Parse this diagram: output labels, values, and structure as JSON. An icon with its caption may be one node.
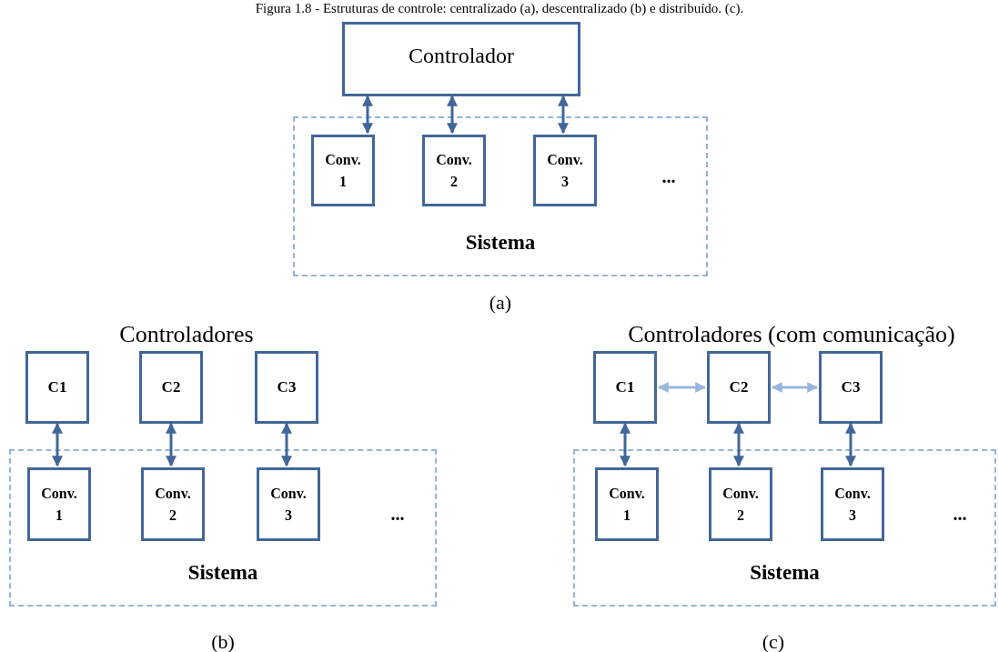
{
  "diagram": {
    "title": "Figura 1.8 - Estruturas de controle: centralizado (a), descentralizado (b) e distribuído. (c).",
    "nodes": [
      {
        "text": [
          "Controlador"
        ]
      },
      {
        "text": [
          "Sistema"
        ]
      },
      {
        "text": [
          "Conv. 1"
        ],
        "in": 1
      },
      {
        "text": [
          "Conv. 2"
        ],
        "in": 1
      },
      {
        "text": [
          "Conv. 3"
        ],
        "in": 1
      },
      {
        "text": [
          "C1"
        ]
      },
      {
        "text": [
          "C2"
        ]
      },
      {
        "text": [
          "C3"
        ]
      },
      {
        "text": [
          "Sistema"
        ]
      },
      {
        "text": [
          "Conv. 1"
        ],
        "in": 8
      },
      {
        "text": [
          "Conv. 2"
        ],
        "in": 8
      },
      {
        "text": [
          "Conv. 3"
        ],
        "in": 8
      },
      {
        "text": [
          "C1"
        ]
      },
      {
        "text": [
          "C2"
        ]
      },
      {
        "text": [
          "C3"
        ]
      },
      {
        "text": [
          "Sistema"
        ]
      },
      {
        "text": [
          "Conv. 1"
        ],
        "in": 15
      },
      {
        "text": [
          "Conv. 2"
        ],
        "in": 15
      },
      {
        "text": [
          "Conv. 3"
        ],
        "in": 15
      }
    ],
    "edges": [
      {
        "from": 0,
        "to": 2,
        "arrow": "both"
      },
      {
        "from": 0,
        "to": 3,
        "arrow": "both"
      },
      {
        "from": 0,
        "to": 4,
        "arrow": "both"
      },
      {
        "from": 5,
        "to": 9,
        "arrow": "both"
      },
      {
        "from": 6,
        "to": 10,
        "arrow": "both"
      },
      {
        "from": 7,
        "to": 11,
        "arrow": "both"
      },
      {
        "from": 12,
        "to": 13,
        "arrow": "both",
        "color": "#9bb7dc"
      },
      {
        "from": 13,
        "to": 14,
        "arrow": "both",
        "color": "#9bb7dc"
      },
      {
        "from": 12,
        "to": 16,
        "arrow": "both"
      },
      {
        "from": 13,
        "to": 17,
        "arrow": "both"
      },
      {
        "from": 14,
        "to": 18,
        "arrow": "both"
      }
    ],
    "labels": [
      "...",
      "(a)",
      "Controladores",
      "Controladores (com comunicação)",
      "...",
      "...",
      "(b)",
      "(c)"
    ]
  }
}
